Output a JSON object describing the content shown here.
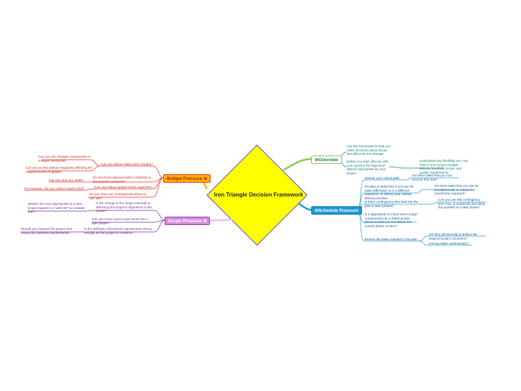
{
  "central": {
    "label": "Iron Triangle Decision Framework",
    "color": "#ffff00",
    "border": "#7b68c8"
  },
  "colors": {
    "budget": "#e8281c",
    "budget_fill": "#ffb400",
    "scope": "#d68be0",
    "overview": "#8bc34a",
    "schedule": "#1a9ad6"
  },
  "branches": {
    "budget": {
      "label": "Budget Pressure",
      "items": [
        {
          "text": "Can you deliver tasks more cheaply?",
          "children": [
            {
              "text": "Can you use cheaper components or cheaper resources?"
            },
            {
              "text": "Can you do this without negatively affecting the required levels of quality?"
            }
          ]
        },
        {
          "text": "Do all of your planned tasks contribute to the project's outcome?",
          "children": [
            {
              "text": "Can you drop any tasks?"
            }
          ]
        },
        {
          "text": "Can you reduce project travel expenses?",
          "children": [
            {
              "text": "For example, can you reduce travel costs?"
            }
          ]
        },
        {
          "text": "Do you have any contingencies that you can use?"
        }
      ]
    },
    "scope": {
      "label": "Scope Pressure",
      "items": [
        {
          "text": "Is the change to the scope essential to delivering the project's objectives in this phase?",
          "children": [
            {
              "text": "Would it be more appropriate to a new scope request in a \"wish list\" to consider later?"
            }
          ]
        },
        {
          "text": "Can you move some scope areas into a later phase?"
        },
        {
          "text": "Is the definition of business requirements strong enough for the project to continue?",
          "children": [
            {
              "text": "Should you suspend the project and review the business requirements?"
            }
          ]
        }
      ]
    },
    "overview": {
      "label": "Overview",
      "items": [
        {
          "text": "Use this framework to help you make decisions about issues that affect the iron triangle."
        },
        {
          "text": "Before you start, discuss with your sponsor the high-level options appropriate for your project.",
          "children": [
            {
              "text": "Understand any flexibility you may have in your project budget, delivery timelines, scope, and quality requirements."
            }
          ]
        }
      ]
    },
    "schedule": {
      "label": "Schedule Pressure",
      "items": [
        {
          "text": "Review your critical path",
          "children": [
            {
              "text": "Are there tasks that you can remove from this?"
            }
          ]
        },
        {
          "text": "Re-plan to determine if you can do tasks differently, or in a different sequence, to reduce your overall delivery timeline",
          "children": [
            {
              "text": "Are there tasks that you can do simultaneously to reduce the overall time required?"
            }
          ]
        },
        {
          "text": "Is there contingency time built into the plan in later phases?",
          "children": [
            {
              "text": "Can you use this contingency time now, or would this just delay the problem to a later phase?"
            }
          ]
        },
        {
          "text": "Is it appropriate to move some scope components into a future project phase so that you can deliver the current phase on time?"
        },
        {
          "text": "Review the tasks included in the plan",
          "children": [
            {
              "text": "Are they all essential to deliver the required project outcomes?"
            },
            {
              "text": "Are any tasks unnecessary?"
            }
          ]
        }
      ]
    }
  }
}
